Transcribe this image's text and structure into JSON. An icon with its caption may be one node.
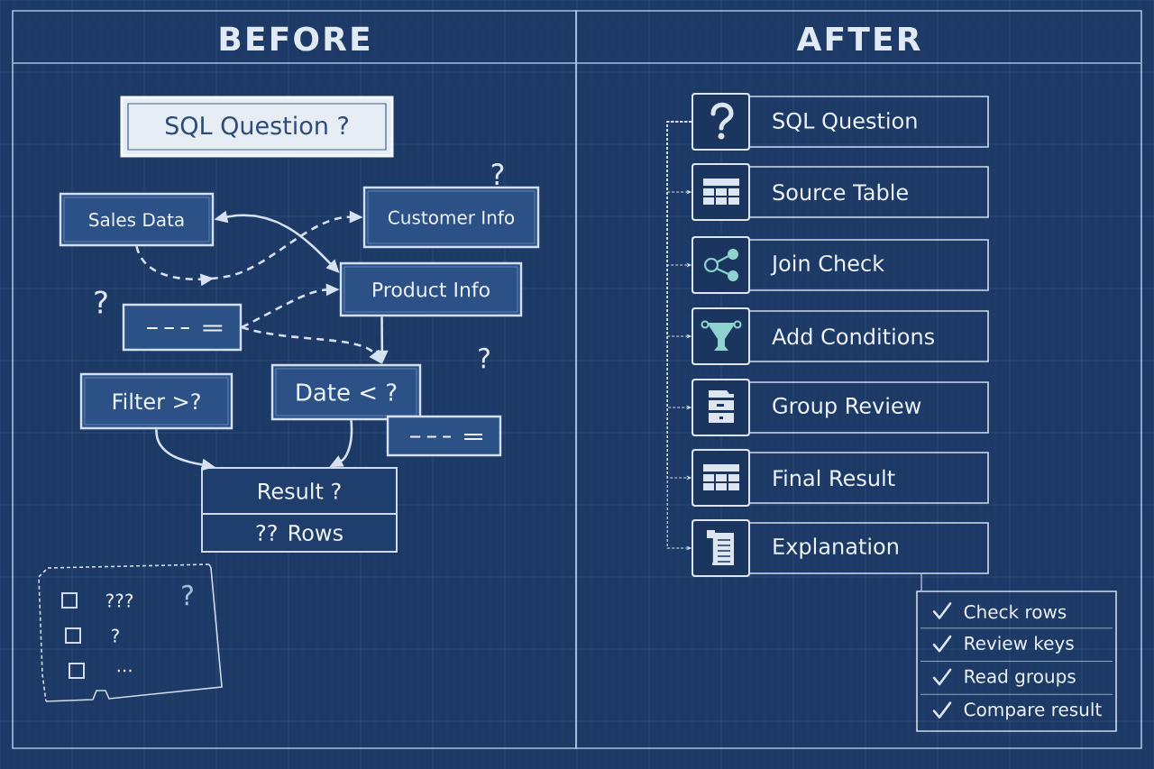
{
  "diagram": {
    "nodes": [
      {
        "text": [
          "BEFORE"
        ]
      },
      {
        "text": [
          "AFTER"
        ]
      },
      {
        "text": [
          "SQL Question ?"
        ],
        "in": 0
      },
      {
        "text": [
          "Sales Data"
        ],
        "in": 0
      },
      {
        "text": [
          "Customer Info"
        ],
        "in": 0
      },
      {
        "text": [
          "Product Info"
        ],
        "in": 0
      },
      {
        "text": [],
        "shape": "box",
        "in": 0
      },
      {
        "text": [
          "Filter >?"
        ],
        "in": 0
      },
      {
        "text": [
          "Date < ?"
        ],
        "in": 0
      },
      {
        "text": [],
        "shape": "box",
        "in": 0
      },
      {
        "text": [
          "Result ?",
          "?? Rows"
        ],
        "in": 0
      },
      {
        "text": [
          "???",
          "?",
          "..."
        ],
        "in": 0
      },
      {
        "text": [
          "SQL Question"
        ],
        "in": 1
      },
      {
        "text": [
          "Source Table"
        ],
        "in": 1
      },
      {
        "text": [
          "Join Check"
        ],
        "in": 1
      },
      {
        "text": [
          "Add Conditions"
        ],
        "in": 1
      },
      {
        "text": [
          "Group Review"
        ],
        "in": 1
      },
      {
        "text": [
          "Final Result"
        ],
        "in": 1
      },
      {
        "text": [
          "Explanation"
        ],
        "in": 1
      },
      {
        "text": [
          "Check rows",
          "Review keys",
          "Read groups",
          "Compare result"
        ],
        "in": 1
      }
    ],
    "edges": [
      {
        "from": 3,
        "to": 5,
        "arrow": "both"
      },
      {
        "from": 3,
        "to": 4,
        "arrow": "to",
        "style": "dashed"
      },
      {
        "from": 6,
        "to": 5,
        "arrow": "to",
        "style": "dashed"
      },
      {
        "from": 6,
        "to": 8,
        "arrow": "to",
        "style": "dashed"
      },
      {
        "from": 5,
        "to": 8,
        "arrow": "to"
      },
      {
        "from": 7,
        "to": 10,
        "arrow": "to"
      },
      {
        "from": 8,
        "to": 10,
        "arrow": "to"
      },
      {
        "from": 12,
        "to": 13,
        "arrow": "to",
        "style": "dashed"
      },
      {
        "from": 12,
        "to": 14,
        "arrow": "to",
        "style": "dashed"
      },
      {
        "from": 12,
        "to": 15,
        "arrow": "to",
        "style": "dashed"
      },
      {
        "from": 12,
        "to": 16,
        "arrow": "to",
        "style": "dashed"
      },
      {
        "from": 12,
        "to": 17,
        "arrow": "to",
        "style": "dashed"
      },
      {
        "from": 12,
        "to": 18,
        "arrow": "to",
        "style": "dashed"
      },
      {
        "from": 18,
        "to": 19,
        "arrow": "none"
      }
    ],
    "labels": [
      "?",
      "?",
      "?",
      "?"
    ]
  }
}
